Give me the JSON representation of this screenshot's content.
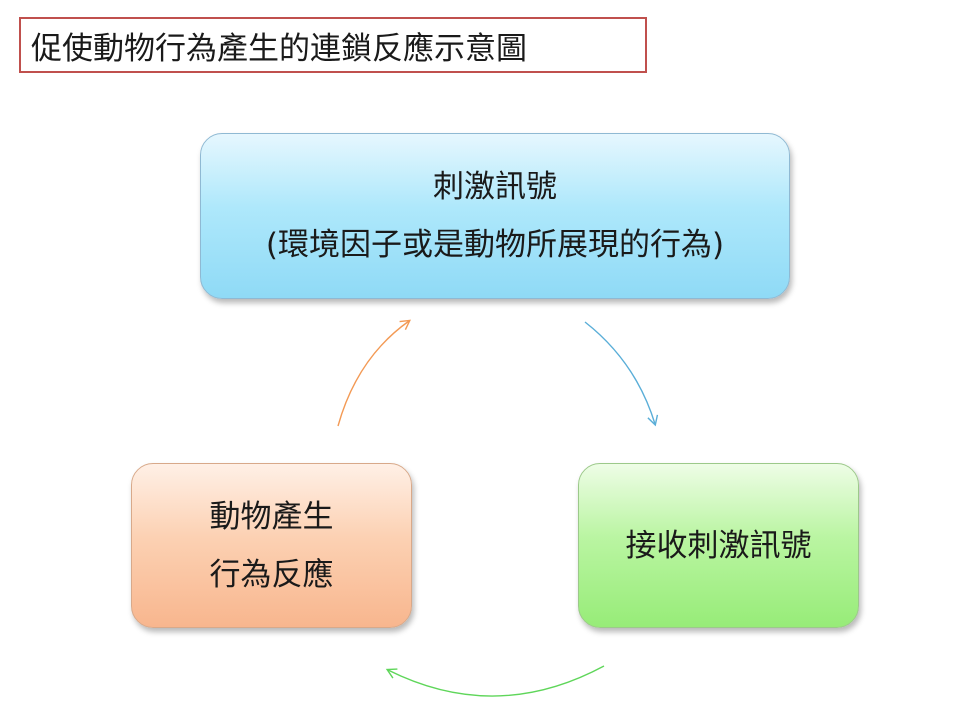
{
  "title": "促使動物行為產生的連鎖反應示意圖",
  "nodes": {
    "top": {
      "line1": "刺激訊號",
      "line2": "(環境因子或是動物所展現的行為)"
    },
    "right": {
      "line1": "接收刺激訊號"
    },
    "left": {
      "line1": "動物產生",
      "line2": "行為反應"
    }
  },
  "colors": {
    "title_border": "#c0504d",
    "top_node": "#aee8fb",
    "right_node": "#baf5a2",
    "left_node": "#fcd1b3",
    "arrow_top_to_right": "#5aaed8",
    "arrow_right_to_left": "#5fd65a",
    "arrow_left_to_top": "#f39a55"
  }
}
